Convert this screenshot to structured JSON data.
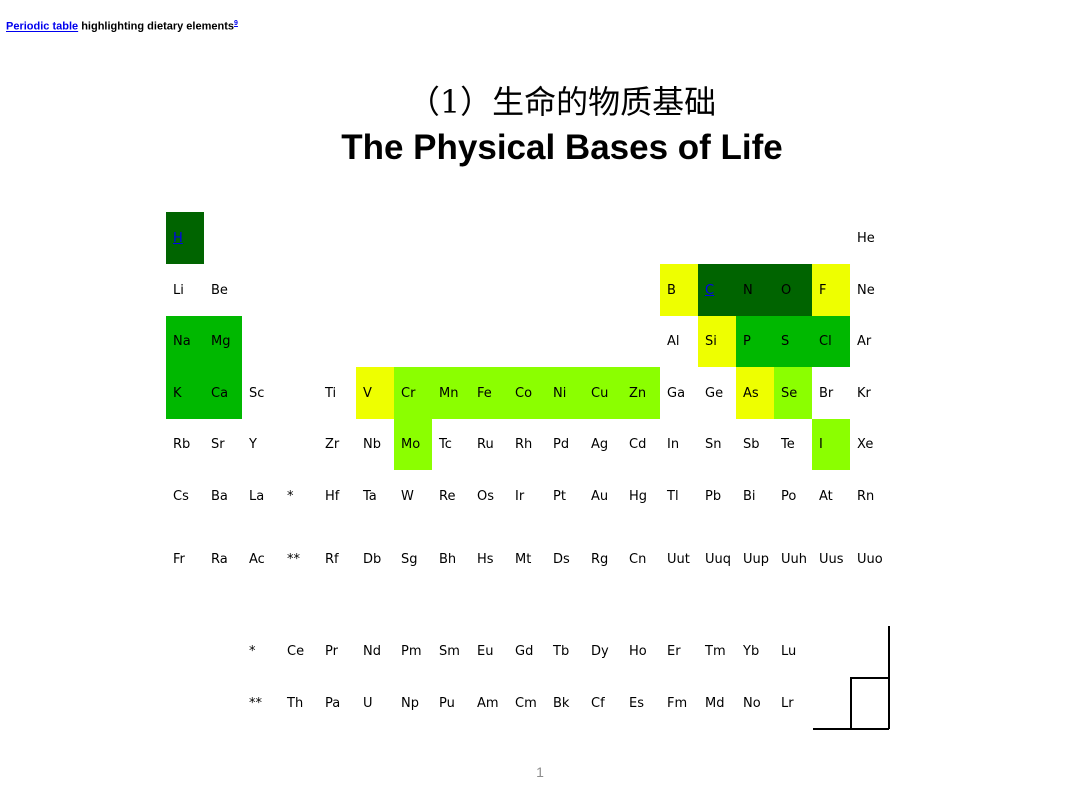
{
  "caption": {
    "link_text": "Periodic table",
    "text": " highlighting dietary elements",
    "footnote": "9"
  },
  "title_cn": "（1）生命的物质基础",
  "title_en": "The Physical Bases of Life",
  "page_number": "1",
  "colors": {
    "dark_green": "#006400",
    "green": "#00b800",
    "light_green": "#8bff00",
    "yellow": "#eeff00"
  },
  "periodic_table": [
    {
      "row": 1,
      "col": 1,
      "symbol": "H",
      "highlight": "dark_green",
      "link": true
    },
    {
      "row": 1,
      "col": 18,
      "symbol": "He"
    },
    {
      "row": 2,
      "col": 1,
      "symbol": "Li"
    },
    {
      "row": 2,
      "col": 2,
      "symbol": "Be"
    },
    {
      "row": 2,
      "col": 13,
      "symbol": "B",
      "highlight": "yellow"
    },
    {
      "row": 2,
      "col": 14,
      "symbol": "C",
      "highlight": "dark_green",
      "link": true
    },
    {
      "row": 2,
      "col": 15,
      "symbol": "N",
      "highlight": "dark_green"
    },
    {
      "row": 2,
      "col": 16,
      "symbol": "O",
      "highlight": "dark_green"
    },
    {
      "row": 2,
      "col": 17,
      "symbol": "F",
      "highlight": "yellow"
    },
    {
      "row": 2,
      "col": 18,
      "symbol": "Ne"
    },
    {
      "row": 3,
      "col": 1,
      "symbol": "Na",
      "highlight": "green"
    },
    {
      "row": 3,
      "col": 2,
      "symbol": "Mg",
      "highlight": "green"
    },
    {
      "row": 3,
      "col": 13,
      "symbol": "Al"
    },
    {
      "row": 3,
      "col": 14,
      "symbol": "Si",
      "highlight": "yellow"
    },
    {
      "row": 3,
      "col": 15,
      "symbol": "P",
      "highlight": "green"
    },
    {
      "row": 3,
      "col": 16,
      "symbol": "S",
      "highlight": "green"
    },
    {
      "row": 3,
      "col": 17,
      "symbol": "Cl",
      "highlight": "green"
    },
    {
      "row": 3,
      "col": 18,
      "symbol": "Ar"
    },
    {
      "row": 4,
      "col": 1,
      "symbol": "K",
      "highlight": "green"
    },
    {
      "row": 4,
      "col": 2,
      "symbol": "Ca",
      "highlight": "green"
    },
    {
      "row": 4,
      "col": 3,
      "symbol": "Sc"
    },
    {
      "row": 4,
      "col": 5,
      "symbol": "Ti"
    },
    {
      "row": 4,
      "col": 6,
      "symbol": "V",
      "highlight": "yellow"
    },
    {
      "row": 4,
      "col": 7,
      "symbol": "Cr",
      "highlight": "light_green"
    },
    {
      "row": 4,
      "col": 8,
      "symbol": "Mn",
      "highlight": "light_green"
    },
    {
      "row": 4,
      "col": 9,
      "symbol": "Fe",
      "highlight": "light_green"
    },
    {
      "row": 4,
      "col": 10,
      "symbol": "Co",
      "highlight": "light_green"
    },
    {
      "row": 4,
      "col": 11,
      "symbol": "Ni",
      "highlight": "light_green"
    },
    {
      "row": 4,
      "col": 12,
      "symbol": "Cu",
      "highlight": "light_green"
    },
    {
      "row": 4,
      "col": 13,
      "symbol": "Zn",
      "highlight": "light_green"
    },
    {
      "row": 4,
      "col": 14,
      "symbol": "Ga"
    },
    {
      "row": 4,
      "col": 15,
      "symbol": "Ge"
    },
    {
      "row": 4,
      "col": 16,
      "symbol": "As",
      "highlight": "yellow"
    },
    {
      "row": 4,
      "col": 17,
      "symbol": "Se",
      "highlight": "light_green"
    },
    {
      "row": 4,
      "col": 18,
      "symbol": "Br"
    },
    {
      "row": 4,
      "col": 19,
      "symbol": "Kr"
    },
    {
      "row": 5,
      "col": 1,
      "symbol": "Rb"
    },
    {
      "row": 5,
      "col": 2,
      "symbol": "Sr"
    },
    {
      "row": 5,
      "col": 3,
      "symbol": "Y"
    },
    {
      "row": 5,
      "col": 5,
      "symbol": "Zr"
    },
    {
      "row": 5,
      "col": 6,
      "symbol": "Nb"
    },
    {
      "row": 5,
      "col": 7,
      "symbol": "Mo",
      "highlight": "light_green"
    },
    {
      "row": 5,
      "col": 8,
      "symbol": "Tc"
    },
    {
      "row": 5,
      "col": 9,
      "symbol": "Ru"
    },
    {
      "row": 5,
      "col": 10,
      "symbol": "Rh"
    },
    {
      "row": 5,
      "col": 11,
      "symbol": "Pd"
    },
    {
      "row": 5,
      "col": 12,
      "symbol": "Ag"
    },
    {
      "row": 5,
      "col": 13,
      "symbol": "Cd"
    },
    {
      "row": 5,
      "col": 14,
      "symbol": "In"
    },
    {
      "row": 5,
      "col": 15,
      "symbol": "Sn"
    },
    {
      "row": 5,
      "col": 16,
      "symbol": "Sb"
    },
    {
      "row": 5,
      "col": 17,
      "symbol": "Te"
    },
    {
      "row": 5,
      "col": 18,
      "symbol": "I",
      "highlight": "light_green"
    },
    {
      "row": 5,
      "col": 19,
      "symbol": "Xe"
    },
    {
      "row": 6,
      "col": 1,
      "symbol": "Cs"
    },
    {
      "row": 6,
      "col": 2,
      "symbol": "Ba"
    },
    {
      "row": 6,
      "col": 3,
      "symbol": "La"
    },
    {
      "row": 6,
      "col": 4,
      "symbol": "*"
    },
    {
      "row": 6,
      "col": 5,
      "symbol": "Hf"
    },
    {
      "row": 6,
      "col": 6,
      "symbol": "Ta"
    },
    {
      "row": 6,
      "col": 7,
      "symbol": "W"
    },
    {
      "row": 6,
      "col": 8,
      "symbol": "Re"
    },
    {
      "row": 6,
      "col": 9,
      "symbol": "Os"
    },
    {
      "row": 6,
      "col": 10,
      "symbol": "Ir"
    },
    {
      "row": 6,
      "col": 11,
      "symbol": "Pt"
    },
    {
      "row": 6,
      "col": 12,
      "symbol": "Au"
    },
    {
      "row": 6,
      "col": 13,
      "symbol": "Hg"
    },
    {
      "row": 6,
      "col": 14,
      "symbol": "Tl"
    },
    {
      "row": 6,
      "col": 15,
      "symbol": "Pb"
    },
    {
      "row": 6,
      "col": 16,
      "symbol": "Bi"
    },
    {
      "row": 6,
      "col": 17,
      "symbol": "Po"
    },
    {
      "row": 6,
      "col": 18,
      "symbol": "At"
    },
    {
      "row": 6,
      "col": 19,
      "symbol": "Rn"
    },
    {
      "row": 7,
      "col": 1,
      "symbol": "Fr"
    },
    {
      "row": 7,
      "col": 2,
      "symbol": "Ra"
    },
    {
      "row": 7,
      "col": 3,
      "symbol": "Ac"
    },
    {
      "row": 7,
      "col": 4,
      "symbol": "**"
    },
    {
      "row": 7,
      "col": 5,
      "symbol": "Rf"
    },
    {
      "row": 7,
      "col": 6,
      "symbol": "Db"
    },
    {
      "row": 7,
      "col": 7,
      "symbol": "Sg"
    },
    {
      "row": 7,
      "col": 8,
      "symbol": "Bh"
    },
    {
      "row": 7,
      "col": 9,
      "symbol": "Hs"
    },
    {
      "row": 7,
      "col": 10,
      "symbol": "Mt"
    },
    {
      "row": 7,
      "col": 11,
      "symbol": "Ds"
    },
    {
      "row": 7,
      "col": 12,
      "symbol": "Rg"
    },
    {
      "row": 7,
      "col": 13,
      "symbol": "Cn"
    },
    {
      "row": 7,
      "col": 14,
      "symbol": "Uut"
    },
    {
      "row": 7,
      "col": 15,
      "symbol": "Uuq"
    },
    {
      "row": 7,
      "col": 16,
      "symbol": "Uup"
    },
    {
      "row": 7,
      "col": 17,
      "symbol": "Uuh"
    },
    {
      "row": 7,
      "col": 18,
      "symbol": "Uus"
    },
    {
      "row": 7,
      "col": 19,
      "symbol": "Uuo"
    }
  ],
  "f_block": [
    {
      "row": 1,
      "col": 3,
      "symbol": "*"
    },
    {
      "row": 1,
      "col": 4,
      "symbol": "Ce"
    },
    {
      "row": 1,
      "col": 5,
      "symbol": "Pr"
    },
    {
      "row": 1,
      "col": 6,
      "symbol": "Nd"
    },
    {
      "row": 1,
      "col": 7,
      "symbol": "Pm"
    },
    {
      "row": 1,
      "col": 8,
      "symbol": "Sm"
    },
    {
      "row": 1,
      "col": 9,
      "symbol": "Eu"
    },
    {
      "row": 1,
      "col": 10,
      "symbol": "Gd"
    },
    {
      "row": 1,
      "col": 11,
      "symbol": "Tb"
    },
    {
      "row": 1,
      "col": 12,
      "symbol": "Dy"
    },
    {
      "row": 1,
      "col": 13,
      "symbol": "Ho"
    },
    {
      "row": 1,
      "col": 14,
      "symbol": "Er"
    },
    {
      "row": 1,
      "col": 15,
      "symbol": "Tm"
    },
    {
      "row": 1,
      "col": 16,
      "symbol": "Yb"
    },
    {
      "row": 1,
      "col": 17,
      "symbol": "Lu"
    },
    {
      "row": 2,
      "col": 3,
      "symbol": "**"
    },
    {
      "row": 2,
      "col": 4,
      "symbol": "Th"
    },
    {
      "row": 2,
      "col": 5,
      "symbol": "Pa"
    },
    {
      "row": 2,
      "col": 6,
      "symbol": "U"
    },
    {
      "row": 2,
      "col": 7,
      "symbol": "Np"
    },
    {
      "row": 2,
      "col": 8,
      "symbol": "Pu"
    },
    {
      "row": 2,
      "col": 9,
      "symbol": "Am"
    },
    {
      "row": 2,
      "col": 10,
      "symbol": "Cm"
    },
    {
      "row": 2,
      "col": 11,
      "symbol": "Bk"
    },
    {
      "row": 2,
      "col": 12,
      "symbol": "Cf"
    },
    {
      "row": 2,
      "col": 13,
      "symbol": "Es"
    },
    {
      "row": 2,
      "col": 14,
      "symbol": "Fm"
    },
    {
      "row": 2,
      "col": 15,
      "symbol": "Md"
    },
    {
      "row": 2,
      "col": 16,
      "symbol": "No"
    },
    {
      "row": 2,
      "col": 17,
      "symbol": "Lr"
    }
  ]
}
